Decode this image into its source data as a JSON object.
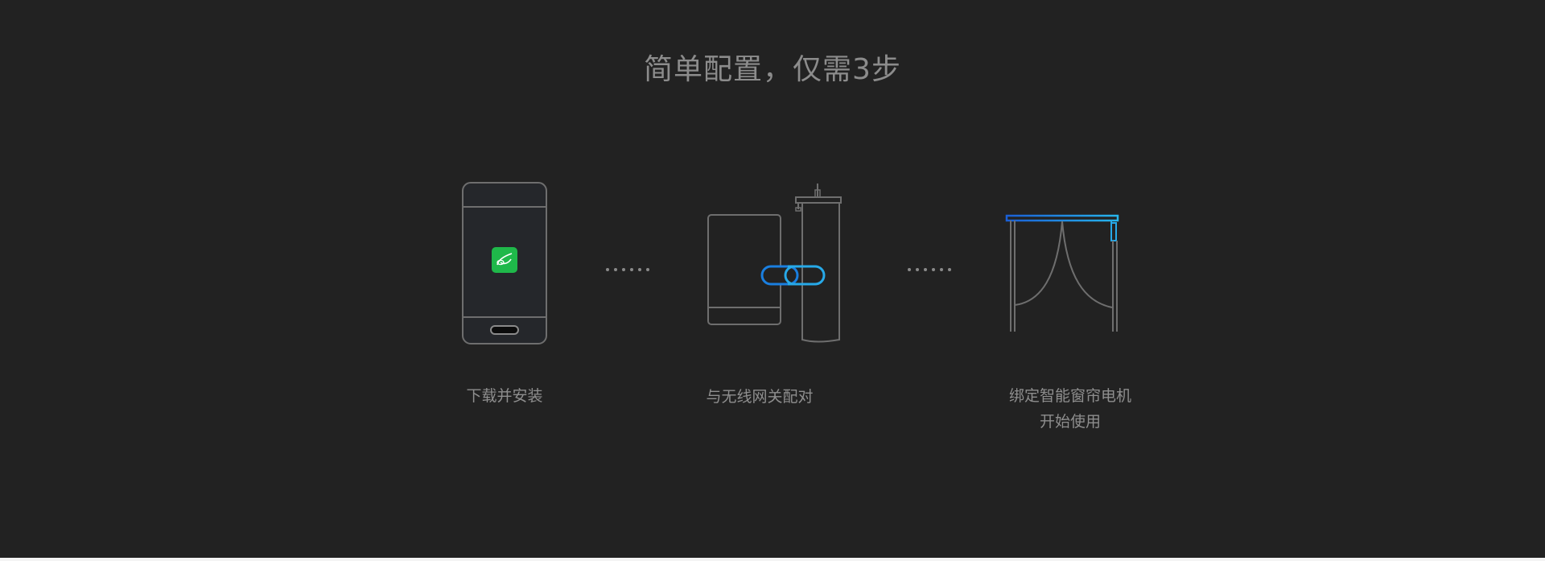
{
  "title": "简单配置，仅需3步",
  "steps": [
    {
      "label_lines": [
        "下载并安装"
      ]
    },
    {
      "label_lines": [
        "与无线网关配对"
      ]
    },
    {
      "label_lines": [
        "绑定智能窗帘电机",
        "开始使用"
      ]
    }
  ],
  "icons": {
    "step1": "phone-app-icon",
    "step2": "gateway-link-icon",
    "step3": "curtain-motor-icon"
  },
  "colors": {
    "background": "#222222",
    "outline": "#6e6e6e",
    "app_green": "#1fb84a",
    "link_blue": "#1a7fe0",
    "link_cyan": "#27a9e8"
  }
}
